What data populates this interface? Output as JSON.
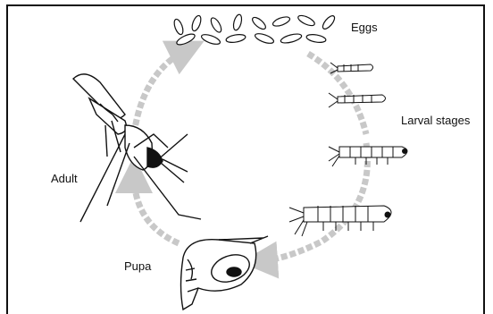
{
  "labels": {
    "eggs": "Eggs",
    "larval": "Larval stages",
    "adult": "Adult",
    "pupa": "Pupa"
  },
  "colors": {
    "arrow": "#c8c8c8",
    "ink": "#111111"
  }
}
